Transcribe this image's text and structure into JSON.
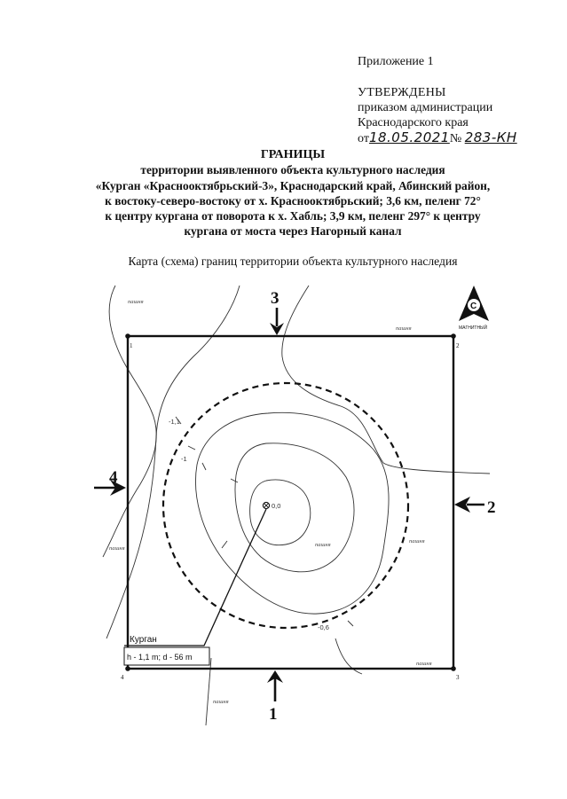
{
  "header": {
    "appendix": "Приложение 1",
    "approved_title": "УТВЕРЖДЕНЫ",
    "approved_line1": "приказом администрации",
    "approved_line2": "Краснодарского края",
    "order_prefix": "от",
    "order_date": "18.05.2021",
    "order_number_sign": "№",
    "order_number": "283-КН"
  },
  "title": {
    "main": "ГРАНИЦЫ",
    "line1": "территории выявленного объекта культурного наследия",
    "line2": "«Курган «Краснооктябрьский-3», Краснодарский край, Абинский район,",
    "line3": "к востоку-северо-востоку от х. Краснооктябрьский; 3,6 км, пеленг 72°",
    "line4": "к центру кургана от поворота к х. Хабль; 3,9 км, пеленг 297° к центру",
    "line5": "кургана от моста через Нагорный канал"
  },
  "subtitle": "Карта (схема) границ территории объекта культурного наследия",
  "map": {
    "arrows": {
      "a1": "1",
      "a2": "2",
      "a3": "3",
      "a4": "4"
    },
    "corners": {
      "c1": "1",
      "c2": "2",
      "c3": "3",
      "c4": "4"
    },
    "terrain": {
      "p1": "пашня",
      "p2": "пашня",
      "p3": "пашня",
      "p4": "пашня",
      "p5": "пашня",
      "p6": "пашня",
      "p7": "пашня"
    },
    "elevations": {
      "e1": "-1,1",
      "e2": "-1",
      "e3": "-0,6",
      "center": "0,0"
    },
    "compass_letter": "С",
    "compass_label": "МАГНИТНЫЙ",
    "legend_title": "Курган",
    "legend_params": "h - 1,1 m; d - 56 m"
  }
}
